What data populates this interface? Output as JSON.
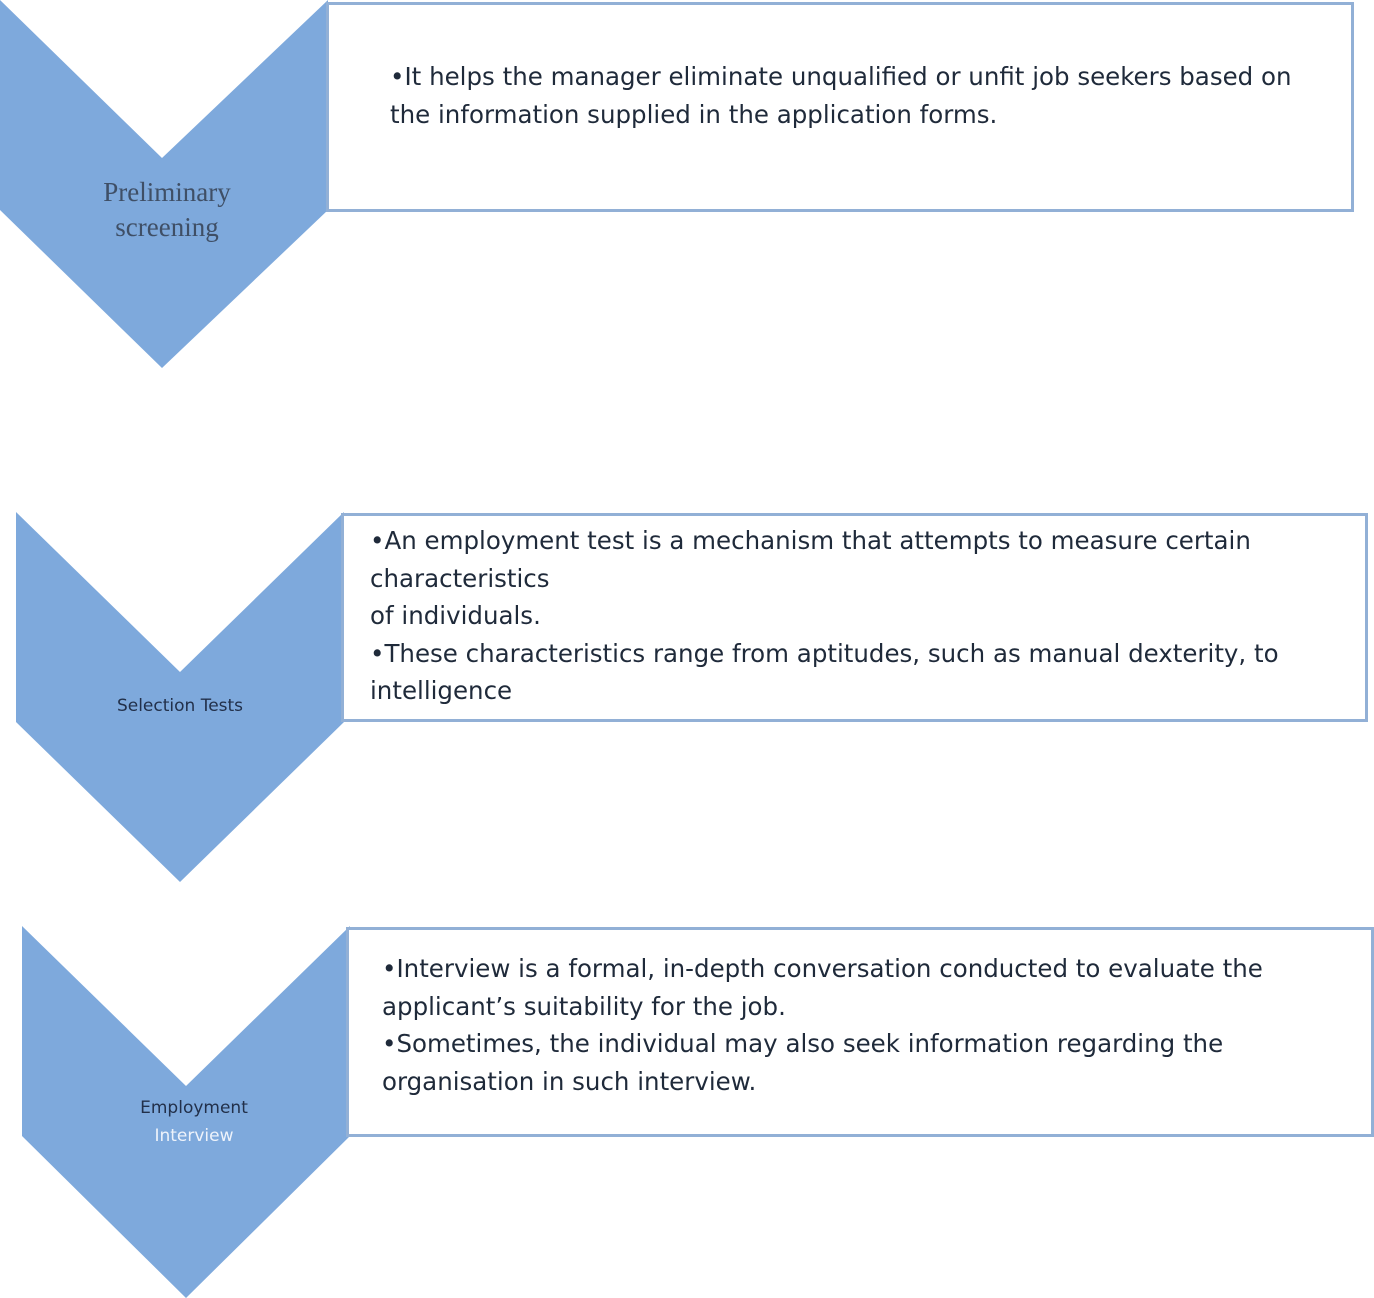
{
  "colors": {
    "chevron_fill": "#7ea9dc",
    "box_border": "#92b0d6",
    "text": "#1f2a3a"
  },
  "steps": [
    {
      "label_lines": [
        "Preliminary",
        "screening"
      ],
      "bullets": [
        [
          "•It helps the manager eliminate unqualified or unfit job seekers based on",
          "the information supplied in the application forms."
        ]
      ]
    },
    {
      "label_lines": [
        "Selection Tests"
      ],
      "bullets": [
        [
          "•An employment test is a mechanism that attempts to measure certain",
          "characteristics",
          "of individuals."
        ],
        [
          "•These characteristics range from aptitudes, such as manual dexterity, to",
          "intelligence"
        ]
      ]
    },
    {
      "label_lines": [
        "Employment",
        "Interview"
      ],
      "bullets": [
        [
          "•Interview is a formal, in-depth conversation conducted to evaluate the",
          "applicant’s suitability for the job."
        ],
        [
          "•Sometimes, the individual may also seek information regarding the",
          "organisation in such interview."
        ]
      ]
    }
  ]
}
